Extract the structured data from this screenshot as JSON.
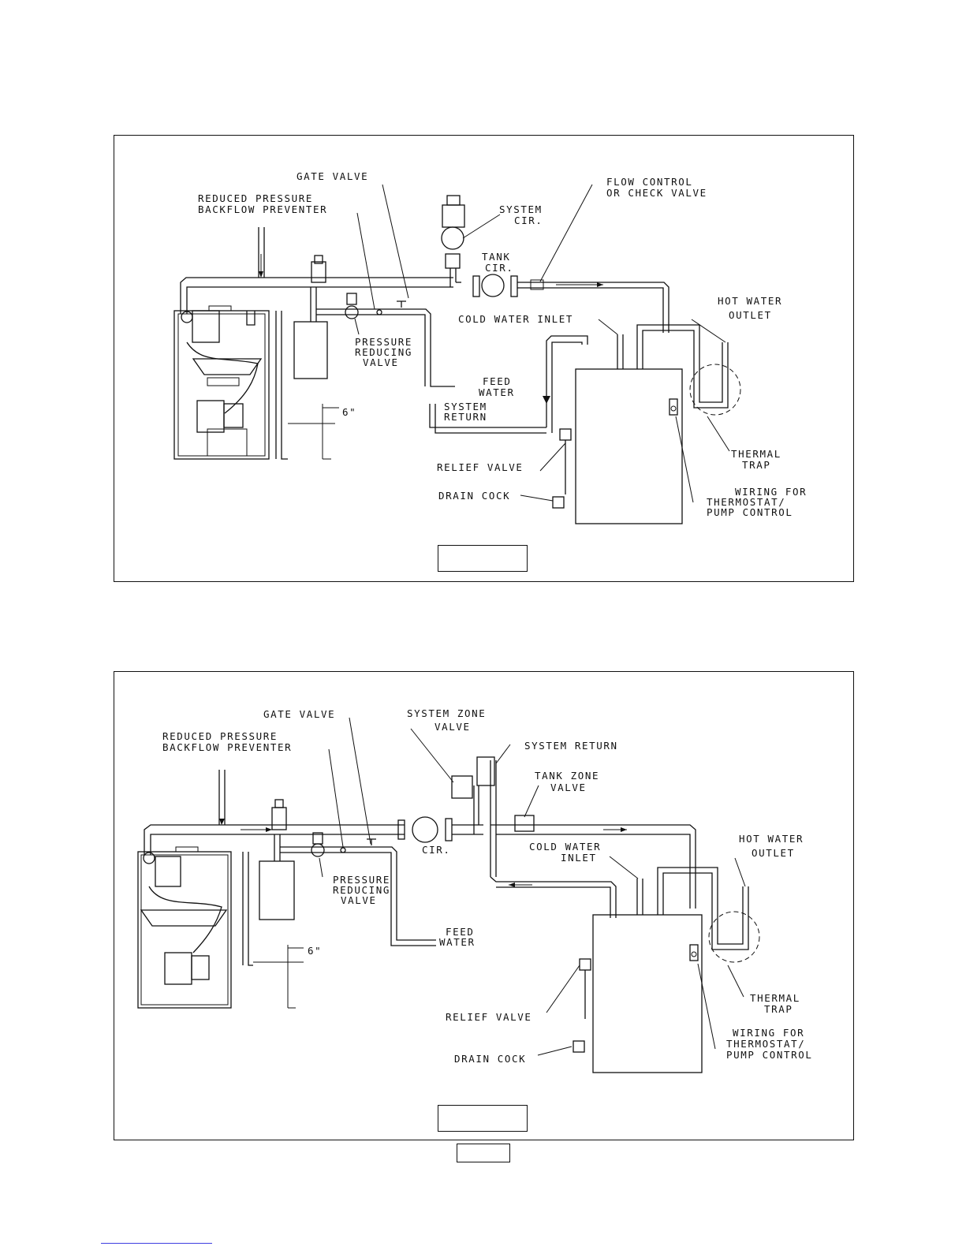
{
  "figure1": {
    "labels": {
      "gate_valve": "GATE VALVE",
      "backflow_1": "REDUCED PRESSURE",
      "backflow_2": "BACKFLOW PREVENTER",
      "system_cir_1": "SYSTEM",
      "system_cir_2": "CIR.",
      "tank_cir_1": "TANK",
      "tank_cir_2": "CIR.",
      "flow_control_1": "FLOW CONTROL",
      "flow_control_2": "OR CHECK VALVE",
      "hot_water_1": "HOT WATER",
      "hot_water_2": "OUTLET",
      "cold_water_inlet": "COLD WATER INLET",
      "prv_1": "PRESSURE",
      "prv_2": "REDUCING",
      "prv_3": "VALVE",
      "feed_water_1": "FEED",
      "feed_water_2": "WATER",
      "system_return_1": "SYSTEM",
      "system_return_2": "RETURN",
      "dimension": "6\"",
      "relief_valve": "RELIEF VALVE",
      "thermal_trap_1": "THERMAL",
      "thermal_trap_2": "TRAP",
      "drain_cock": "DRAIN COCK",
      "wiring_1": "WIRING FOR",
      "wiring_2": "THERMOSTAT/",
      "wiring_3": "PUMP CONTROL"
    }
  },
  "figure2": {
    "labels": {
      "gate_valve": "GATE VALVE",
      "backflow_1": "REDUCED PRESSURE",
      "backflow_2": "BACKFLOW PREVENTER",
      "system_zone_1": "SYSTEM ZONE",
      "system_zone_2": "VALVE",
      "system_return": "SYSTEM RETURN",
      "tank_zone_1": "TANK ZONE",
      "tank_zone_2": "VALVE",
      "cir": "CIR.",
      "cold_water_1": "COLD WATER",
      "cold_water_2": "INLET",
      "hot_water_1": "HOT WATER",
      "hot_water_2": "OUTLET",
      "prv_1": "PRESSURE",
      "prv_2": "REDUCING",
      "prv_3": "VALVE",
      "feed_water_1": "FEED",
      "feed_water_2": "WATER",
      "dimension": "6\"",
      "thermal_trap_1": "THERMAL",
      "thermal_trap_2": "TRAP",
      "relief_valve": "RELIEF VALVE",
      "wiring_1": "WIRING FOR",
      "wiring_2": "THERMOSTAT/",
      "wiring_3": "PUMP CONTROL",
      "drain_cock": "DRAIN COCK"
    }
  }
}
